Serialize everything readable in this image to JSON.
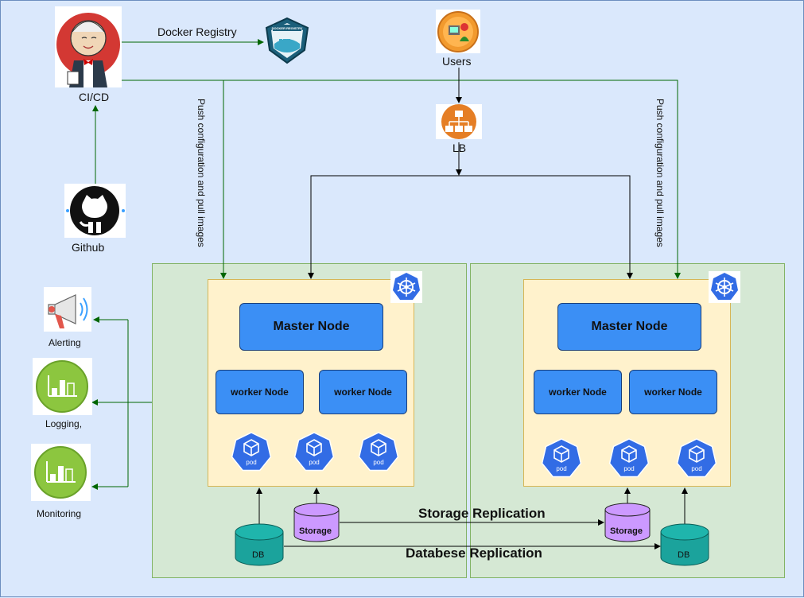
{
  "labels": {
    "cicd": "CI/CD",
    "docker_registry": "Docker Registry",
    "users": "Users",
    "lb": "LB",
    "github": "Github",
    "push_config_left": "Push configuration and pull images",
    "push_config_right": "Push configuration and pull images",
    "alerting": "Alerting",
    "logging": "Logging,",
    "monitoring": "Monitoring",
    "storage_replication": "Storage Replication",
    "database_replication": "Databese Replication"
  },
  "clusters": [
    {
      "master": "Master Node",
      "workers": [
        "worker Node",
        "worker Node"
      ],
      "pods": [
        "pod",
        "pod",
        "pod"
      ],
      "storage": "Storage",
      "db": "DB"
    },
    {
      "master": "Master Node",
      "workers": [
        "worker Node",
        "worker Node"
      ],
      "pods": [
        "pod",
        "pod",
        "pod"
      ],
      "storage": "Storage",
      "db": "DB"
    }
  ],
  "docker_registry_badge": "DOCKER REGISTRY",
  "colors": {
    "background": "#dae8fc",
    "cluster_fill": "#d5e8d4",
    "inner_fill": "#fff2cc",
    "node_blue": "#3b8ff5",
    "pod_blue": "#326ce5",
    "green_edge": "#006600",
    "storage_purple": "#cc99ff",
    "db_teal": "#1ba39c"
  }
}
